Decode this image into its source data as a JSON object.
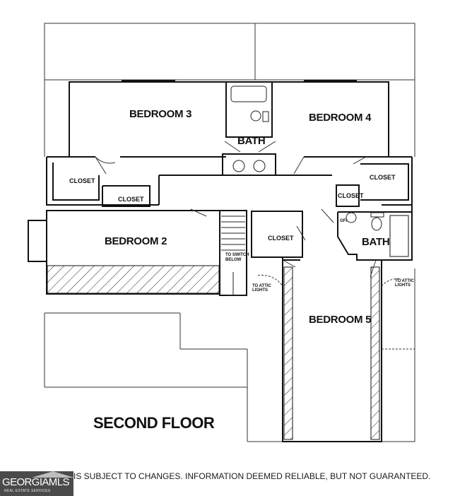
{
  "floor_title": "SECOND FLOOR",
  "rooms": {
    "bedroom3": "BEDROOM 3",
    "bedroom4": "BEDROOM 4",
    "bedroom2": "BEDROOM 2",
    "bedroom5": "BEDROOM 5",
    "bath_upper": "BATH",
    "bath_right": "BATH",
    "closet_left": "CLOSET",
    "closet_center": "CLOSET",
    "closet_right": "CLOSET",
    "closet_small": "CLOSET",
    "closet_bed5": "CLOSET"
  },
  "notes": {
    "to_switch": "TO SWITCH",
    "below": "BELOW",
    "attic_left_1": "TO ATTIC",
    "attic_left_2": "LIGHTS",
    "attic_right_1": "TO ATTIC",
    "attic_right_2": "LIGHTS",
    "gfi": "GFI"
  },
  "disclaimer": "IS SUBJECT TO CHANGES. INFORMATION DEEMED RELIABLE, BUT NOT GUARANTEED.",
  "logo": {
    "name": "GEORGIAMLS",
    "tagline": "REAL ESTATE SERVICES"
  }
}
